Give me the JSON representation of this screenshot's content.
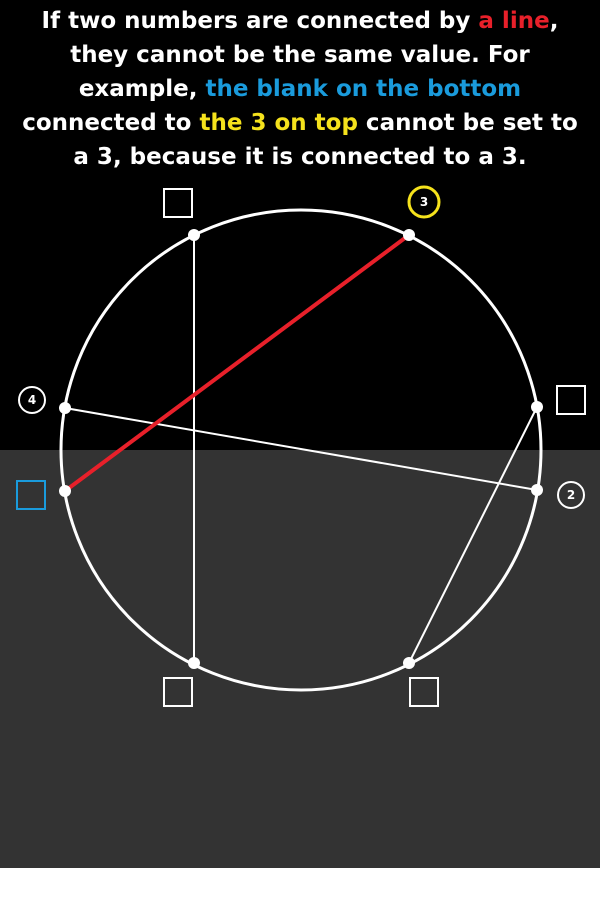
{
  "instructions": {
    "line1_pre": "If two numbers are connected by ",
    "line1_red": "a line",
    "line1_post": ",",
    "line2": "they cannot be the same value. For",
    "line3_pre": "example, ",
    "line3_blue": "the blank on the bottom",
    "line4_pre": "connected to ",
    "line4_yellow": "the 3 on top",
    "line4_post": " cannot be set to",
    "line5": "a 3, because it is connected to a 3."
  },
  "colors": {
    "top_background": "#000000",
    "bottom_background": "#333333",
    "highlight_red": "#e8202a",
    "highlight_blue": "#1a9bdc",
    "highlight_yellow": "#f5e21c",
    "line_white": "#ffffff"
  },
  "puzzle": {
    "nodes": [
      {
        "id": "top-left",
        "label": "",
        "type": "blank"
      },
      {
        "id": "top-right",
        "label": "3",
        "type": "number",
        "highlight": "yellow"
      },
      {
        "id": "right-upper",
        "label": "",
        "type": "blank"
      },
      {
        "id": "right-lower",
        "label": "2",
        "type": "number"
      },
      {
        "id": "bottom-right",
        "label": "",
        "type": "blank"
      },
      {
        "id": "bottom-left",
        "label": "",
        "type": "blank"
      },
      {
        "id": "left-lower",
        "label": "",
        "type": "blank",
        "highlight": "blue"
      },
      {
        "id": "left-upper",
        "label": "4",
        "type": "number"
      }
    ],
    "connections": [
      {
        "from": "top-left",
        "to": "bottom-left",
        "highlight": false
      },
      {
        "from": "top-right",
        "to": "left-lower",
        "highlight": true
      },
      {
        "from": "left-upper",
        "to": "right-lower",
        "highlight": false
      },
      {
        "from": "right-upper",
        "to": "bottom-right",
        "highlight": false
      }
    ]
  }
}
